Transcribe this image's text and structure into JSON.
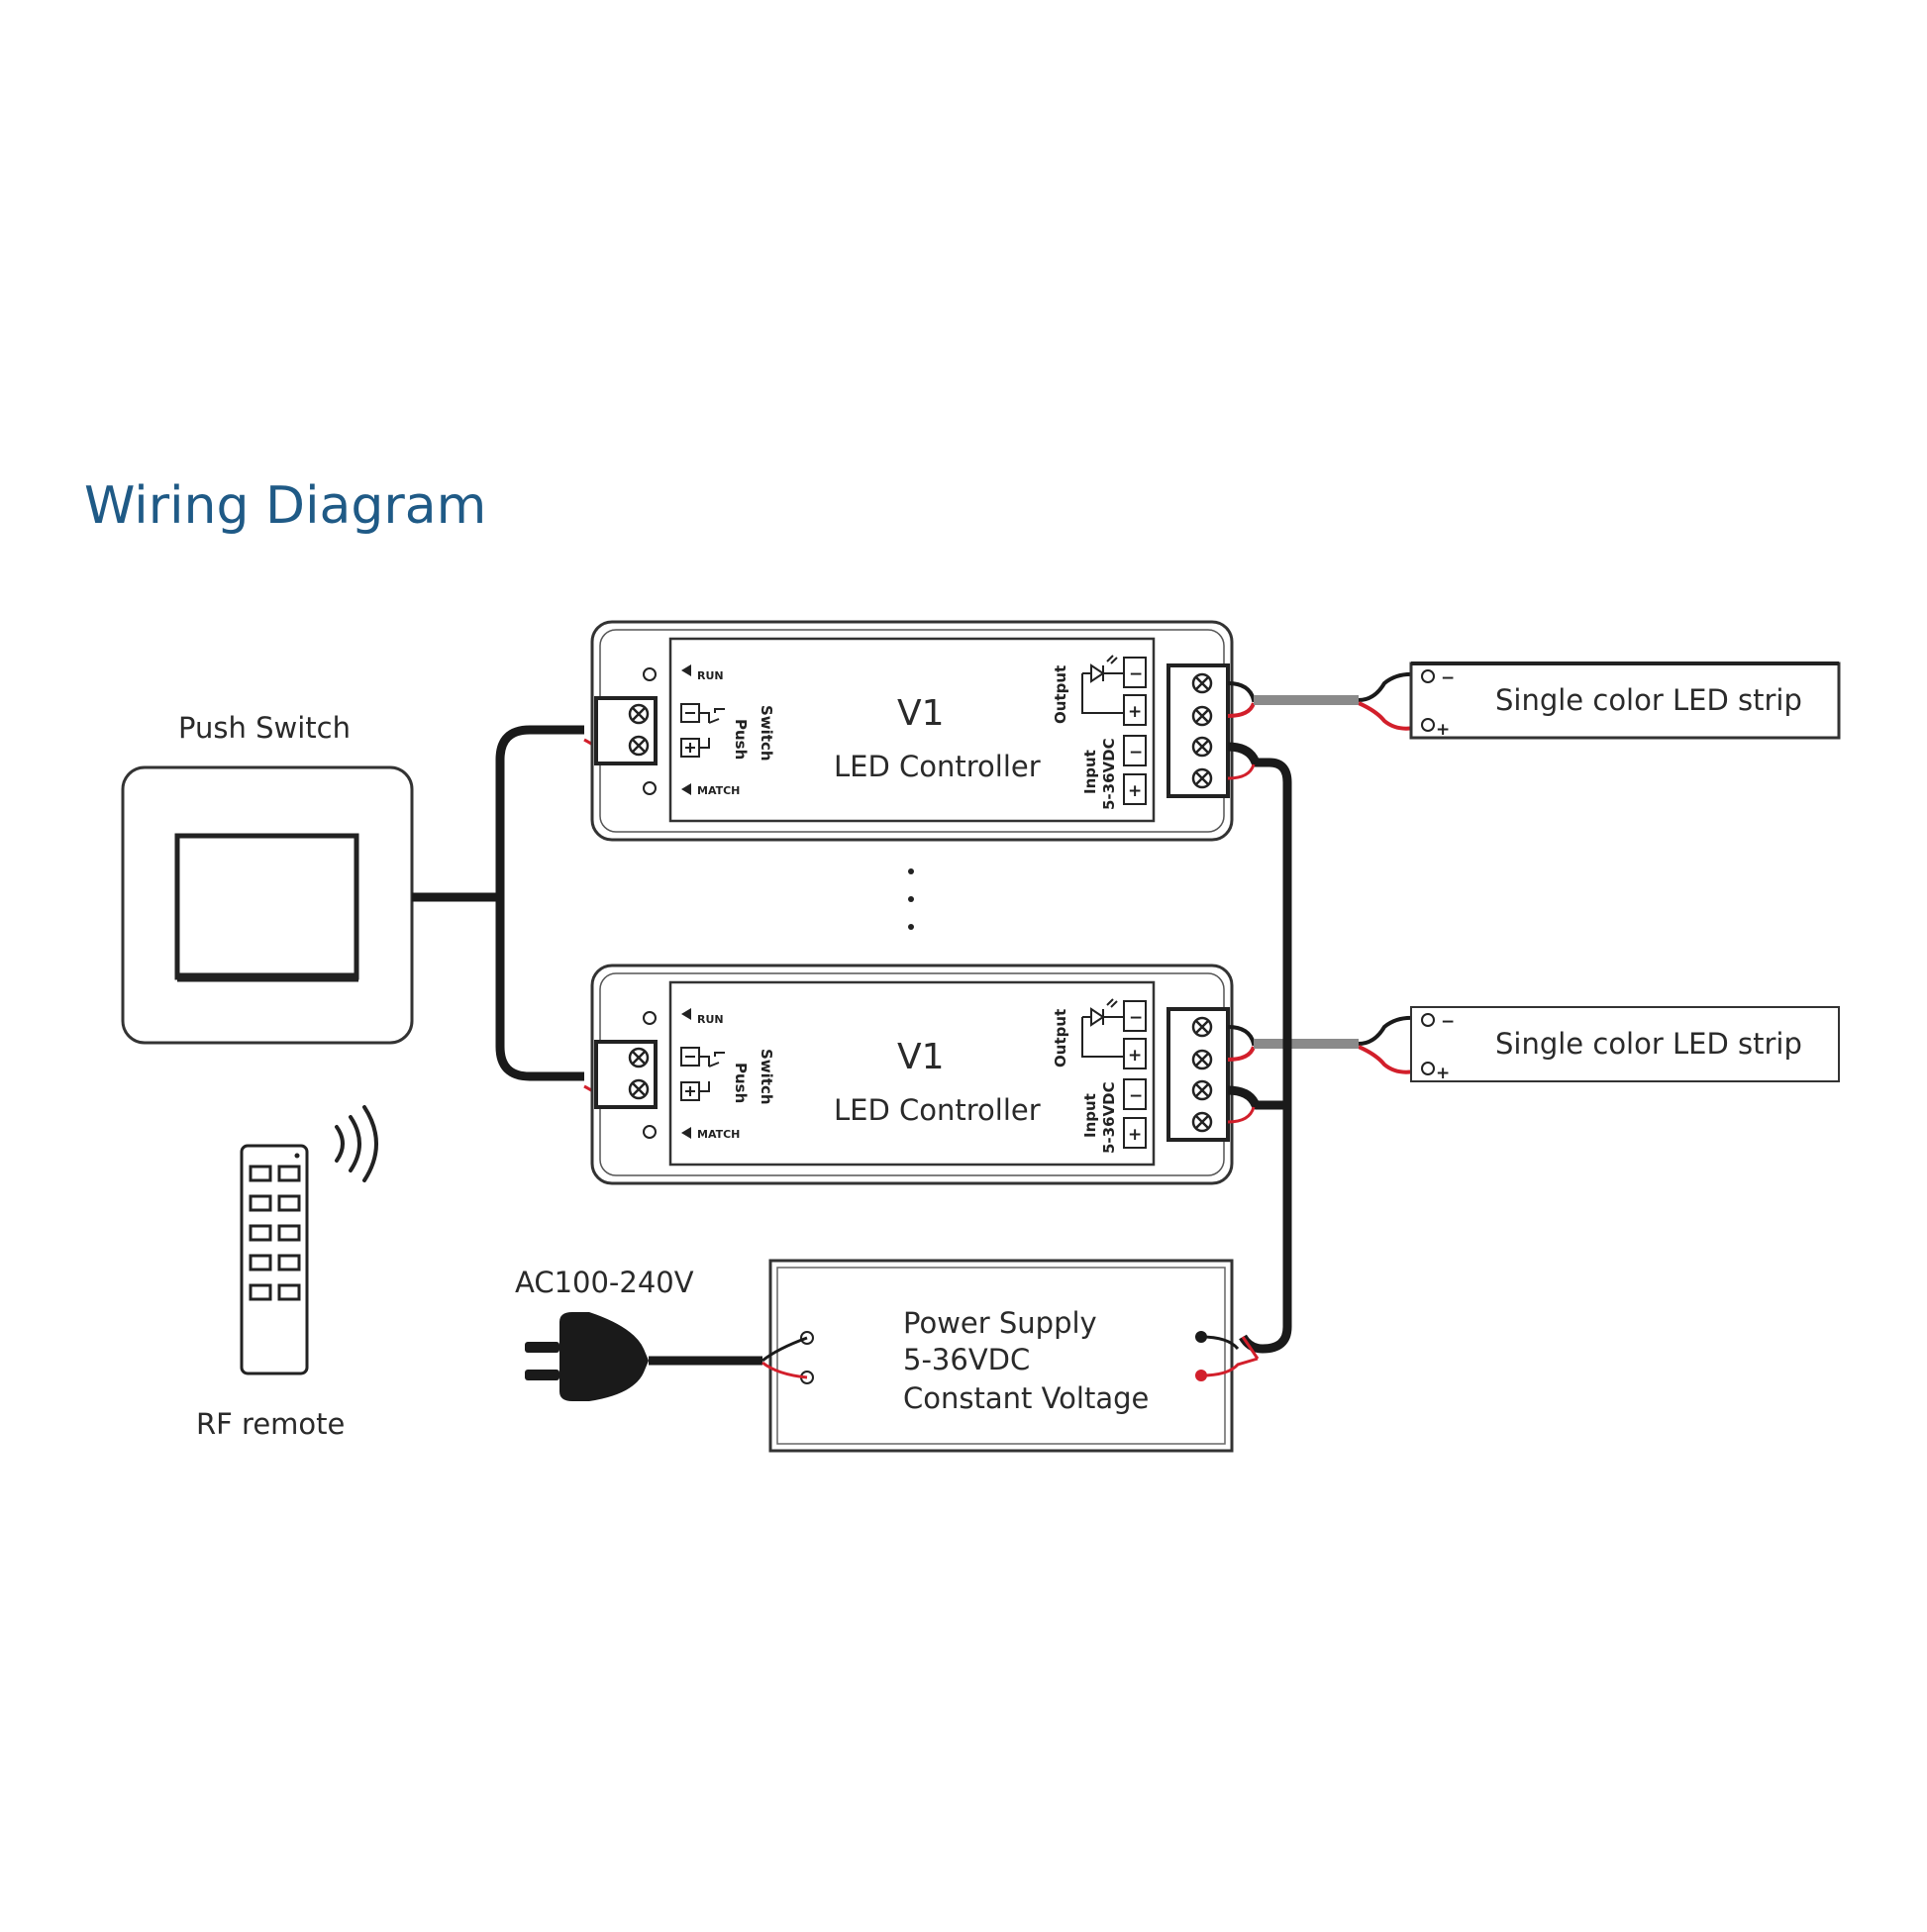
{
  "title": "Wiring Diagram",
  "colors": {
    "title": "#1f5a86",
    "wire_black": "#1a1a1a",
    "wire_red": "#d21f2b",
    "wire_gray": "#8a8a8a"
  },
  "push_switch": {
    "label": "Push Switch"
  },
  "rf_remote": {
    "label": "RF remote"
  },
  "controllers": [
    {
      "model": "V1",
      "name": "LED Controller",
      "run": "RUN",
      "match": "MATCH",
      "push": "Push",
      "switch": "Switch",
      "output": "Output",
      "input": "Input",
      "voltage": "5-36VDC",
      "minus": "−",
      "plus": "+"
    },
    {
      "model": "V1",
      "name": "LED Controller",
      "run": "RUN",
      "match": "MATCH",
      "push": "Push",
      "switch": "Switch",
      "output": "Output",
      "input": "Input",
      "voltage": "5-36VDC",
      "minus": "−",
      "plus": "+"
    }
  ],
  "strips": [
    {
      "label": "Single color LED strip",
      "minus": "−",
      "plus": "+"
    },
    {
      "label": "Single color LED strip",
      "minus": "−",
      "plus": "+"
    }
  ],
  "power_supply": {
    "line1": "Power Supply",
    "line2": "5-36VDC",
    "line3": "Constant Voltage"
  },
  "ac_input": {
    "label": "AC100-240V"
  }
}
